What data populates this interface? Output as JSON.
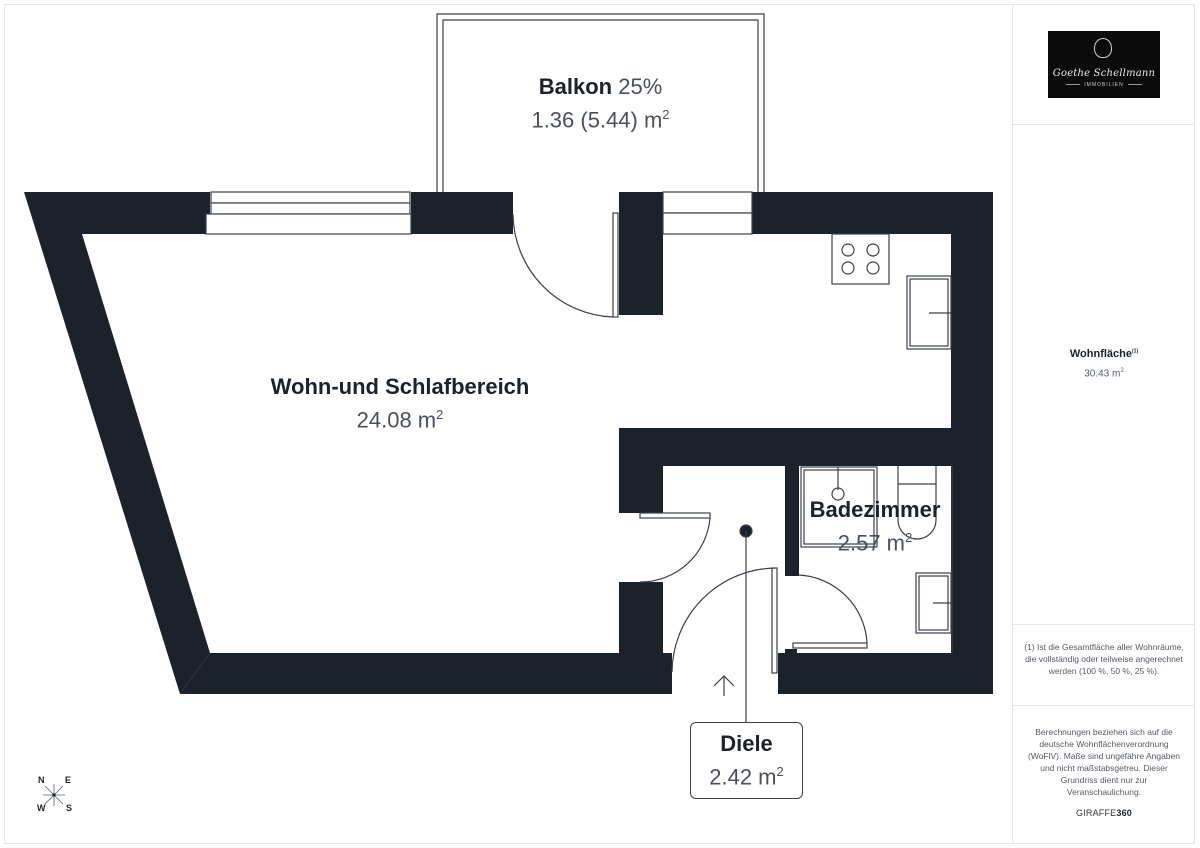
{
  "floorplan": {
    "rooms": [
      {
        "id": "balkon",
        "name": "Balkon",
        "percent": "25%",
        "area": "1.36 (5.44) m",
        "unit_sup": "2"
      },
      {
        "id": "wohn",
        "name": "Wohn-und Schlafbereich",
        "area": "24.08 m",
        "unit_sup": "2"
      },
      {
        "id": "bad",
        "name": "Badezimmer",
        "area": "2.57 m",
        "unit_sup": "2"
      },
      {
        "id": "diele",
        "name": "Diele",
        "area": "2.42 m",
        "unit_sup": "2"
      }
    ],
    "compass": {
      "n": "N",
      "e": "E",
      "w": "W",
      "s": "S"
    },
    "icons": [
      "stove-icon",
      "kitchen-sink-icon",
      "shower-icon",
      "toilet-icon",
      "bathroom-sink-icon",
      "entrance-arrow-icon",
      "compass-icon"
    ],
    "colors": {
      "wall": "#1c222b",
      "line": "#3b4049",
      "text_dark": "#1c222b",
      "text_muted": "#4a505a"
    }
  },
  "panel": {
    "logo": {
      "script": "Goethe Schellmann",
      "sub": "IMMOBILIEN"
    },
    "living_area": {
      "title": "Wohnfläche",
      "footnote_mark": "(1)",
      "value": "30.43 m",
      "unit_sup": "2"
    },
    "footnote": "(1) Ist die Gesamtfläche aller Wohnräume, die vollständig oder teilweise angerechnet werden (100 %, 50 %, 25 %).",
    "disclaimer": "Berechnungen beziehen sich auf die deutsche Wohnflächenverordnung (WoFlV). Maße sind ungefähre Angaben und nicht maßstabsgetreu. Dieser Grundriss dient nur zur Veranschaulichung.",
    "brand": {
      "part1": "GIRAFFE",
      "part2": "360"
    }
  }
}
